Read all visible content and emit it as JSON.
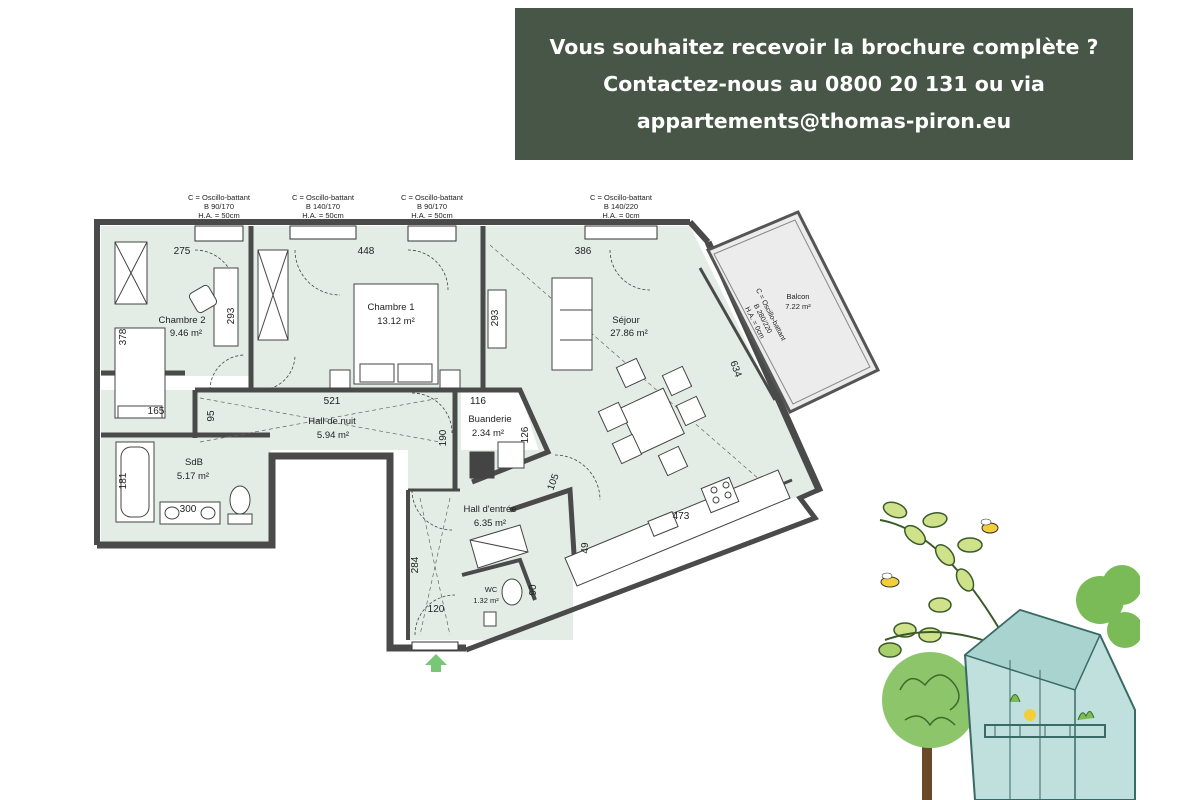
{
  "banner": {
    "line1": "Vous souhaitez recevoir la brochure complète ?",
    "line2": "Contactez-nous au 0800 20 131 ou via",
    "line3": "appartements@thomas-piron.eu"
  },
  "windows": [
    {
      "type": "C = Oscillo-battant",
      "size": "B 90/170",
      "ha": "H.A. = 50cm"
    },
    {
      "type": "C = Oscillo-battant",
      "size": "B 140/170",
      "ha": "H.A. = 50cm"
    },
    {
      "type": "C = Oscillo-battant",
      "size": "B 90/170",
      "ha": "H.A. = 50cm"
    },
    {
      "type": "C = Oscillo-battant",
      "size": "B 140/220",
      "ha": "H.A. = 0cm"
    }
  ],
  "balcony_window": {
    "type": "C = Oscillo-battant",
    "size": "B 280/220",
    "ha": "H.A. = 0cm"
  },
  "rooms": {
    "chambre2": {
      "name": "Chambre 2",
      "area": "9.46 m²"
    },
    "chambre1": {
      "name": "Chambre 1",
      "area": "13.12 m²"
    },
    "sejour": {
      "name": "Séjour",
      "area": "27.86 m²"
    },
    "balcon": {
      "name": "Balcon",
      "area": "7.22 m²"
    },
    "hall_nuit": {
      "name": "Hall de nuit",
      "area": "5.94 m²"
    },
    "buanderie": {
      "name": "Buanderie",
      "area": "2.34 m²"
    },
    "sdb": {
      "name": "SdB",
      "area": "5.17 m²"
    },
    "hall_entree": {
      "name": "Hall d'entrée",
      "area": "6.35 m²"
    },
    "wc": {
      "name": "WC",
      "area": "1.32 m²"
    }
  },
  "dimensions": {
    "d275": "275",
    "d448": "448",
    "d386": "386",
    "d378": "378",
    "d293a": "293",
    "d293b": "293",
    "d165": "165",
    "d95": "95",
    "d521": "521",
    "d116": "116",
    "d190": "190",
    "d126": "126",
    "d181": "181",
    "d300": "300",
    "d105": "105",
    "d473": "473",
    "d49": "49",
    "d284": "284",
    "d120": "120",
    "d90": "90",
    "d634": "634"
  },
  "colors": {
    "banner_bg": "#475647",
    "plan_fill": "#e3ede6",
    "wall": "#4a4a4a",
    "entrance_arrow": "#77c777"
  }
}
